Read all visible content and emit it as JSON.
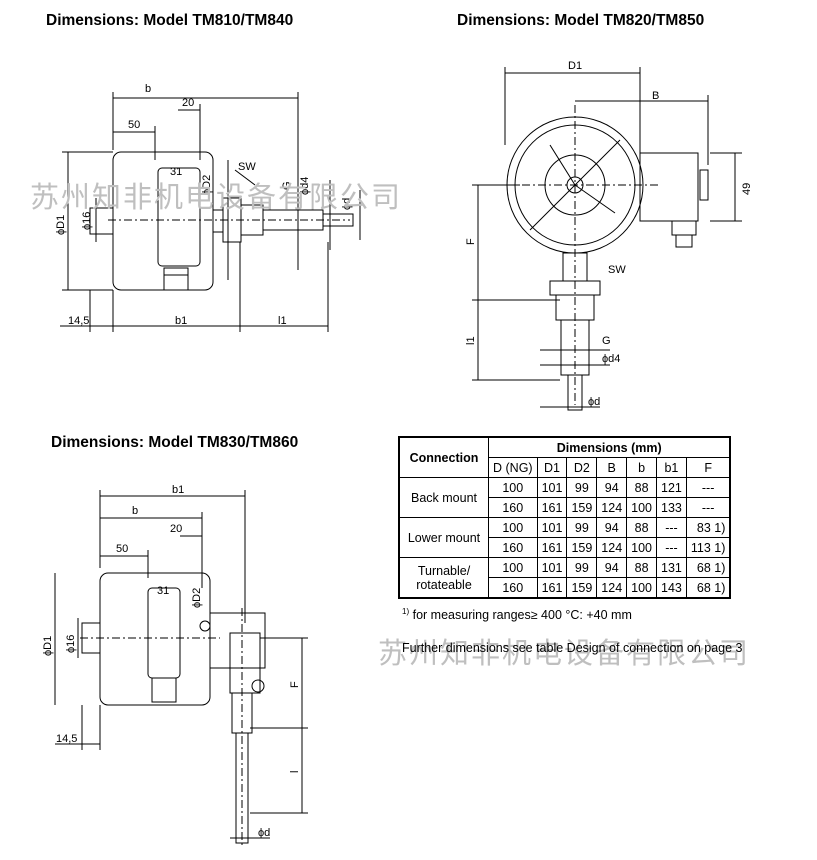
{
  "titles": {
    "tm810": "Dimensions: Model TM810/TM840",
    "tm820": "Dimensions: Model TM820/TM850",
    "tm830": "Dimensions: Model TM830/TM860"
  },
  "drawing_labels": {
    "tm810": {
      "b": "b",
      "d20": "20",
      "d50": "50",
      "d31": "31",
      "D2": "ϕD2",
      "SW": "SW",
      "G": "G",
      "d4": "ϕd4",
      "d": "ϕd",
      "D1": "ϕD1",
      "d16": "ϕ16",
      "d145": "14,5",
      "b1": "b1",
      "l1": "l1"
    },
    "tm820": {
      "D1": "D1",
      "B": "B",
      "d49": "49",
      "F": "F",
      "SW": "SW",
      "l1": "l1",
      "G": "G",
      "d4": "ϕd4",
      "d": "ϕd"
    },
    "tm830": {
      "b1": "b1",
      "b": "b",
      "d20": "20",
      "d50": "50",
      "d31": "31",
      "D2": "ϕD2",
      "D1": "ϕD1",
      "d16": "ϕ16",
      "F": "F",
      "l": "l",
      "d145": "14,5",
      "d": "ϕd"
    }
  },
  "watermark": "苏州知非机电设备有限公司",
  "table": {
    "header_connection": "Connection",
    "header_dimensions": "Dimensions (mm)",
    "columns": [
      "D (NG)",
      "D1",
      "D2",
      "B",
      "b",
      "b1",
      "F"
    ],
    "groups": [
      {
        "name": "Back mount",
        "rows": [
          [
            "100",
            "101",
            "99",
            "94",
            "88",
            "121",
            "---"
          ],
          [
            "160",
            "161",
            "159",
            "124",
            "100",
            "133",
            "---"
          ]
        ]
      },
      {
        "name": "Lower mount",
        "rows": [
          [
            "100",
            "101",
            "99",
            "94",
            "88",
            "---",
            "83 1)"
          ],
          [
            "160",
            "161",
            "159",
            "124",
            "100",
            "---",
            "113 1)"
          ]
        ]
      },
      {
        "name": "Turnable/ rotateable",
        "rows": [
          [
            "100",
            "101",
            "99",
            "94",
            "88",
            "131",
            "68 1)"
          ],
          [
            "160",
            "161",
            "159",
            "124",
            "100",
            "143",
            "68 1)"
          ]
        ]
      }
    ]
  },
  "footnote": {
    "marker": "1)",
    "text": "for measuring ranges≥ 400 °C:  +40 mm"
  },
  "further": "Further dimensions see table Design of connection on page 3"
}
